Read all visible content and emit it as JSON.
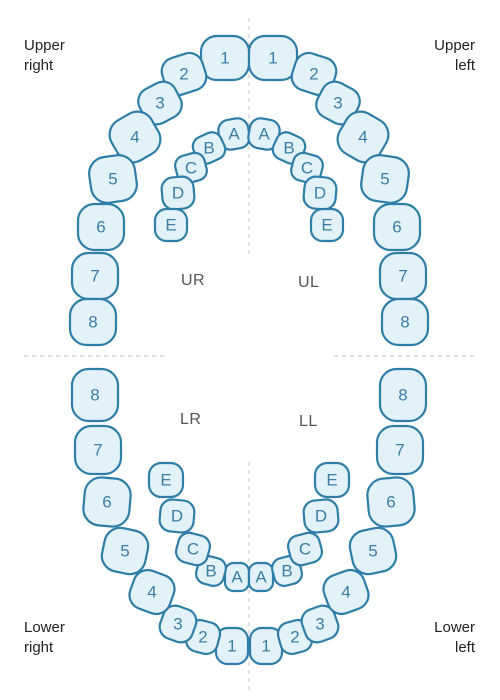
{
  "corner_labels": {
    "upper_right": {
      "line1": "Upper",
      "line2": "right"
    },
    "upper_left": {
      "line1": "Upper",
      "line2": "left"
    },
    "lower_right": {
      "line1": "Lower",
      "line2": "right"
    },
    "lower_left": {
      "line1": "Lower",
      "line2": "left"
    }
  },
  "quadrant_labels": {
    "ur": "UR",
    "ul": "UL",
    "lr": "LR",
    "ll": "LL"
  },
  "tooth_labels": {
    "upper_right_permanent": [
      "1",
      "2",
      "3",
      "4",
      "5",
      "6",
      "7",
      "8"
    ],
    "upper_left_permanent": [
      "1",
      "2",
      "3",
      "4",
      "5",
      "6",
      "7",
      "8"
    ],
    "lower_right_permanent": [
      "1",
      "2",
      "3",
      "4",
      "5",
      "6",
      "7",
      "8"
    ],
    "lower_left_permanent": [
      "1",
      "2",
      "3",
      "4",
      "5",
      "6",
      "7",
      "8"
    ],
    "upper_right_primary": [
      "A",
      "B",
      "C",
      "D",
      "E"
    ],
    "upper_left_primary": [
      "A",
      "B",
      "C",
      "D",
      "E"
    ],
    "lower_right_primary": [
      "A",
      "B",
      "C",
      "D",
      "E"
    ],
    "lower_left_primary": [
      "A",
      "B",
      "C",
      "D",
      "E"
    ]
  },
  "colors": {
    "tooth_fill": "#e3f1f9",
    "tooth_stroke": "#2e7ea8",
    "label": "#3c7ea3"
  }
}
